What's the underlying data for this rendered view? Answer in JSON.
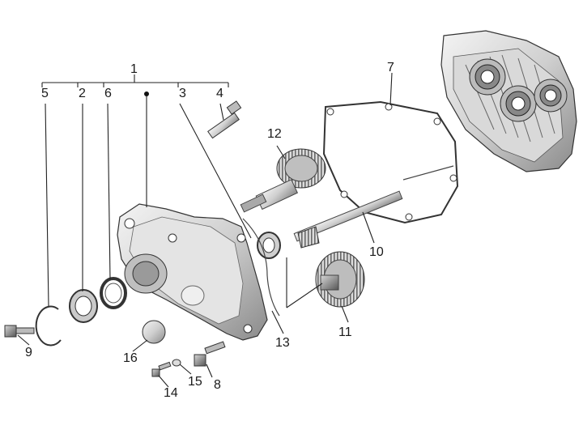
{
  "callouts": {
    "c1": "1",
    "c2": "2",
    "c3": "3",
    "c4": "4",
    "c5": "5",
    "c6": "6",
    "c7": "7",
    "c8": "8",
    "c9": "9",
    "c10": "10",
    "c11": "11",
    "c12": "12",
    "c13": "13",
    "c14": "14",
    "c15": "15",
    "c16": "16"
  },
  "palette": {
    "metal_light": "#e6e6e6",
    "metal_mid": "#bdbdbd",
    "metal_dark": "#6e6e6e",
    "line": "#222222"
  }
}
